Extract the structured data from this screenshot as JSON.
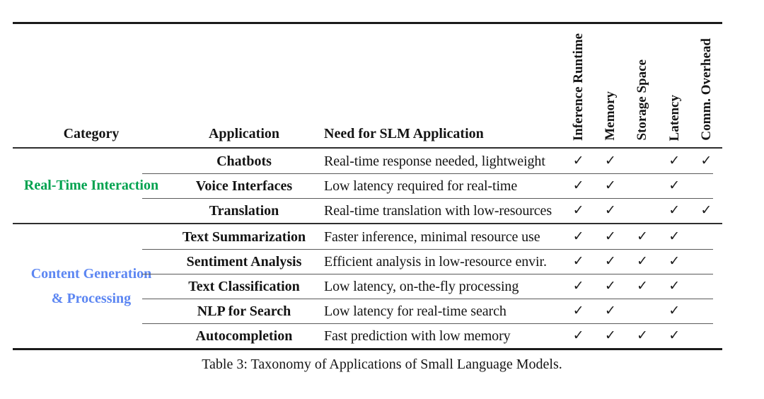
{
  "table": {
    "columns": {
      "category": "Category",
      "application": "Application",
      "need": "Need for SLM Application"
    },
    "metric_columns": [
      "Inference Runtime",
      "Memory",
      "Storage Space",
      "Latency",
      "Comm. Overhead"
    ],
    "check_glyph": "✓",
    "groups": [
      {
        "category": "Real-Time Interaction",
        "color": "#00a24f",
        "rows": [
          {
            "application": "Chatbots",
            "need": "Real-time response needed, lightweight",
            "checks": [
              "✓",
              "✓",
              "",
              "✓",
              "✓"
            ]
          },
          {
            "application": "Voice Interfaces",
            "need": "Low latency required for real-time",
            "checks": [
              "✓",
              "✓",
              "",
              "✓",
              ""
            ]
          },
          {
            "application": "Translation",
            "need": "Real-time translation with low-resources",
            "checks": [
              "✓",
              "✓",
              "",
              "✓",
              "✓"
            ]
          }
        ]
      },
      {
        "category": "Content Generation\n& Processing",
        "color": "#5c86f2",
        "rows": [
          {
            "application": "Text Summarization",
            "need": "Faster inference, minimal resource use",
            "checks": [
              "✓",
              "✓",
              "✓",
              "✓",
              ""
            ]
          },
          {
            "application": "Sentiment Analysis",
            "need": "Efficient analysis in low-resource envir.",
            "checks": [
              "✓",
              "✓",
              "✓",
              "✓",
              ""
            ]
          },
          {
            "application": "Text Classification",
            "need": "Low latency, on-the-fly processing",
            "checks": [
              "✓",
              "✓",
              "✓",
              "✓",
              ""
            ]
          },
          {
            "application": "NLP for Search",
            "need": "Low latency for real-time search",
            "checks": [
              "✓",
              "✓",
              "",
              "✓",
              ""
            ]
          },
          {
            "application": "Autocompletion",
            "need": "Fast prediction with low memory",
            "checks": [
              "✓",
              "✓",
              "✓",
              "✓",
              ""
            ]
          }
        ]
      }
    ]
  },
  "caption": "Table 3: Taxonomy of Applications of Small Language Models."
}
